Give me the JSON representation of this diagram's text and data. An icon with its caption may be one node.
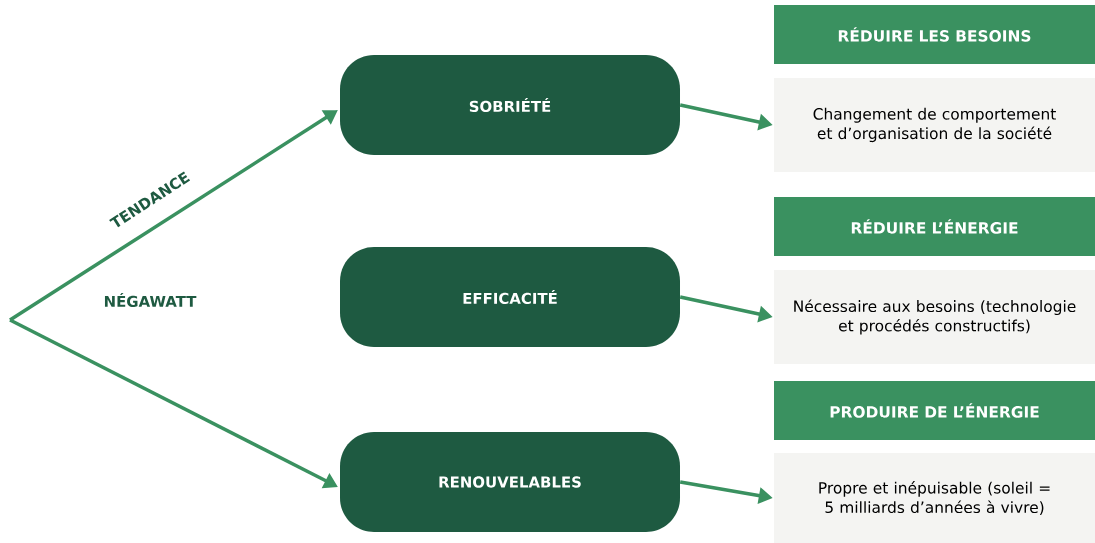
{
  "diagram": {
    "nodes": [
      {
        "text": [
          "SOBRIÉTÉ"
        ]
      },
      {
        "text": [
          "EFFICACITÉ"
        ]
      },
      {
        "text": [
          "RENOUVELABLES"
        ]
      },
      {
        "text": [
          "RÉDUIRE LES BESOINS"
        ]
      },
      {
        "text": [
          "Changement de comportement et d’organisation de la société"
        ]
      },
      {
        "text": [
          "RÉDUIRE L’ÉNERGIE"
        ]
      },
      {
        "text": [
          "Nécessaire aux besoins (technologie et procédés constructifs)"
        ]
      },
      {
        "text": [
          "PRODUIRE DE L’ÉNERGIE"
        ]
      },
      {
        "text": [
          "Propre et inépuisable (soleil = 5 milliards d’années à vivre)"
        ]
      }
    ],
    "edges": [
      {
        "from": null,
        "to": 0,
        "arrow": "to",
        "label": "TENDANCE"
      },
      {
        "from": null,
        "to": 2,
        "arrow": "to",
        "label": "NÉGAWATT"
      },
      {
        "from": 0,
        "to": 4,
        "arrow": "to"
      },
      {
        "from": 1,
        "to": 6,
        "arrow": "to"
      },
      {
        "from": 2,
        "to": 8,
        "arrow": "to"
      }
    ]
  }
}
